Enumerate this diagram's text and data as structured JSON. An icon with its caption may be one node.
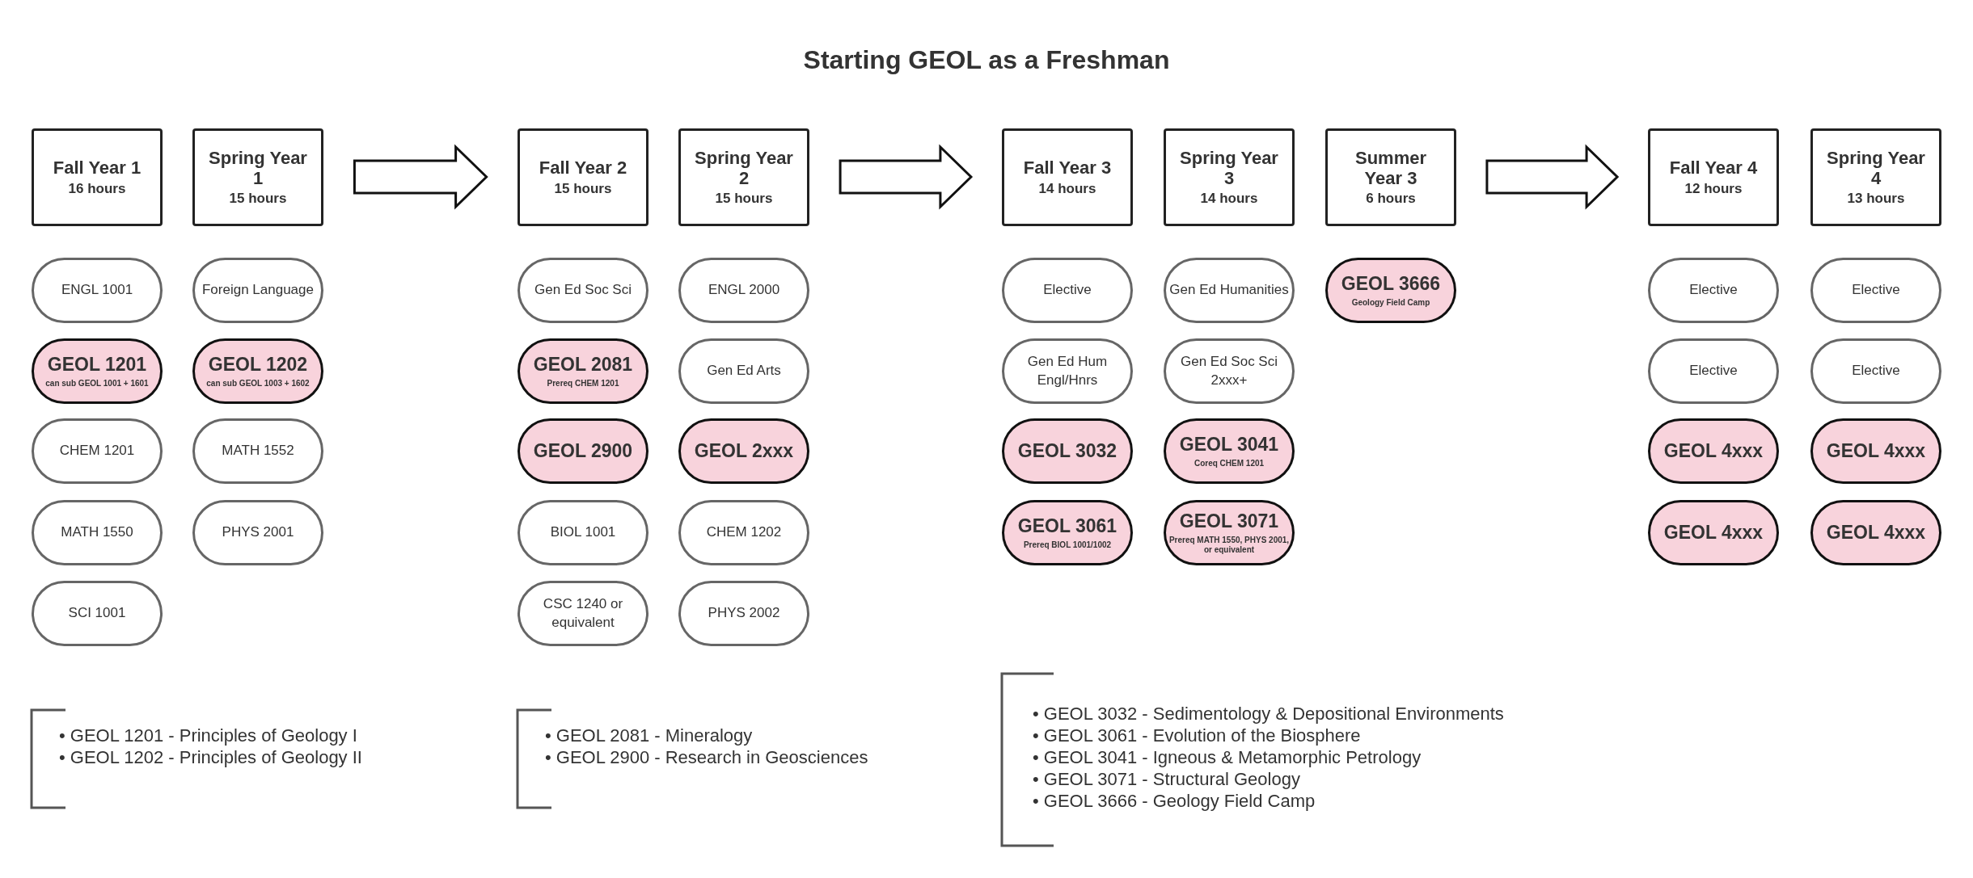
{
  "diagram": {
    "title": "Starting GEOL as a Freshman",
    "nodes": [
      {
        "text": [
          "Fall Year 1",
          "16 hours"
        ]
      },
      {
        "text": [
          "ENGL 1001"
        ]
      },
      {
        "text": [
          "GEOL 1201",
          "can sub GEOL 1001 + 1601"
        ]
      },
      {
        "text": [
          "CHEM 1201"
        ]
      },
      {
        "text": [
          "MATH 1550"
        ]
      },
      {
        "text": [
          "SCI 1001"
        ]
      },
      {
        "text": [
          "Spring Year 1",
          "15 hours"
        ]
      },
      {
        "text": [
          "Foreign Language"
        ]
      },
      {
        "text": [
          "GEOL 1202",
          "can sub GEOL 1003 + 1602"
        ]
      },
      {
        "text": [
          "MATH 1552"
        ]
      },
      {
        "text": [
          "PHYS 2001"
        ]
      },
      {
        "text": [
          "Fall Year 2",
          "15 hours"
        ]
      },
      {
        "text": [
          "Gen Ed Soc Sci"
        ]
      },
      {
        "text": [
          "GEOL 2081",
          "Prereq CHEM 1201"
        ]
      },
      {
        "text": [
          "GEOL 2900"
        ]
      },
      {
        "text": [
          "BIOL 1001"
        ]
      },
      {
        "text": [
          "CSC 1240 or equivalent"
        ]
      },
      {
        "text": [
          "Spring Year 2",
          "15 hours"
        ]
      },
      {
        "text": [
          "ENGL 2000"
        ]
      },
      {
        "text": [
          "Gen Ed Arts"
        ]
      },
      {
        "text": [
          "GEOL 2xxx"
        ]
      },
      {
        "text": [
          "CHEM 1202"
        ]
      },
      {
        "text": [
          "PHYS 2002"
        ]
      },
      {
        "text": [
          "Fall Year 3",
          "14 hours"
        ]
      },
      {
        "text": [
          "Elective"
        ]
      },
      {
        "text": [
          "Gen Ed Hum Engl/Hnrs"
        ]
      },
      {
        "text": [
          "GEOL 3032"
        ]
      },
      {
        "text": [
          "GEOL 3061",
          "Prereq BIOL 1001/1002"
        ]
      },
      {
        "text": [
          "Spring Year 3",
          "14 hours"
        ]
      },
      {
        "text": [
          "Gen Ed Humanities"
        ]
      },
      {
        "text": [
          "Gen Ed Soc Sci 2xxx+"
        ]
      },
      {
        "text": [
          "GEOL 3041",
          "Coreq CHEM 1201"
        ]
      },
      {
        "text": [
          "GEOL 3071",
          "Prereq MATH 1550, PHYS 2001, or equivalent"
        ]
      },
      {
        "text": [
          "Summer Year 3",
          "6 hours"
        ]
      },
      {
        "text": [
          "GEOL 3666",
          "Geology Field Camp"
        ]
      },
      {
        "text": [
          "Fall Year 4",
          "12 hours"
        ]
      },
      {
        "text": [
          "Elective"
        ]
      },
      {
        "text": [
          "Elective"
        ]
      },
      {
        "text": [
          "GEOL 4xxx"
        ]
      },
      {
        "text": [
          "GEOL 4xxx"
        ]
      },
      {
        "text": [
          "Spring Year 4",
          "13 hours"
        ]
      },
      {
        "text": [
          "Elective"
        ]
      },
      {
        "text": [
          "Elective"
        ]
      },
      {
        "text": [
          "GEOL 4xxx"
        ]
      },
      {
        "text": [
          "GEOL 4xxx"
        ]
      }
    ],
    "edges": [
      {
        "from": 6,
        "to": 11,
        "arrow": "to"
      },
      {
        "from": 17,
        "to": 23,
        "arrow": "to"
      },
      {
        "from": 33,
        "to": 35,
        "arrow": "to"
      }
    ],
    "labels": [
      "• GEOL 1201 - Principles of Geology I",
      "• GEOL 1202 - Principles of Geology II",
      "• GEOL 2081 - Mineralogy",
      "• GEOL 2900 - Research in Geosciences",
      "• GEOL 3032 - Sedimentology & Depositional Environments",
      "• GEOL 3061 - Evolution of the Biosphere",
      "• GEOL 3041 - Igneous & Metamorphic Petrology",
      "• GEOL 3071 - Structural Geology",
      "• GEOL 3666 - Geology Field Camp"
    ]
  }
}
